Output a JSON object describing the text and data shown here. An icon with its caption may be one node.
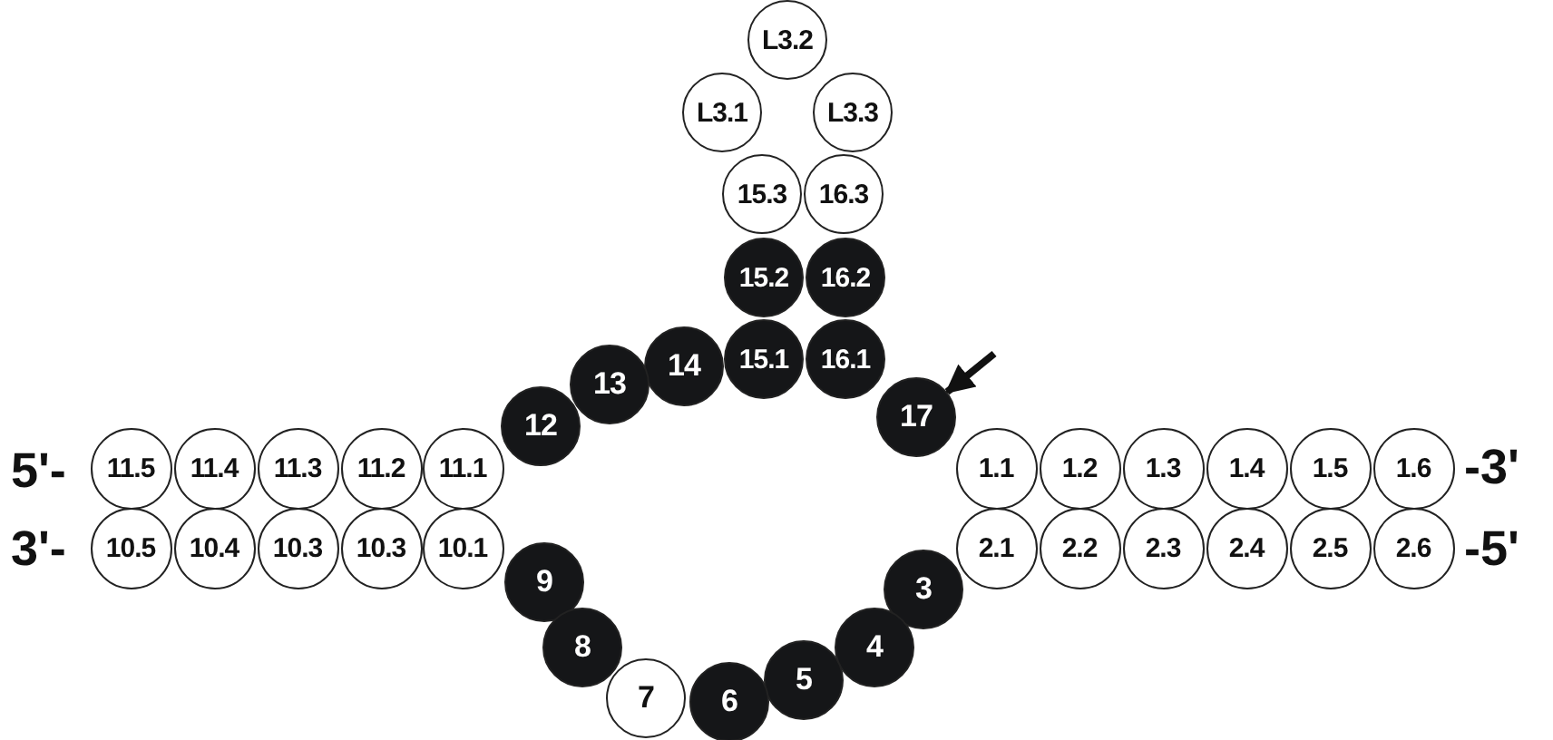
{
  "diagram": {
    "nodes": [
      {
        "text": [
          "L3.2"
        ]
      },
      {
        "text": [
          "L3.1"
        ]
      },
      {
        "text": [
          "L3.3"
        ]
      },
      {
        "text": [
          "15.3"
        ]
      },
      {
        "text": [
          "16.3"
        ]
      },
      {
        "text": [
          "15.2"
        ]
      },
      {
        "text": [
          "16.2"
        ]
      },
      {
        "text": [
          "14"
        ]
      },
      {
        "text": [
          "15.1"
        ]
      },
      {
        "text": [
          "16.1"
        ]
      },
      {
        "text": [
          "13"
        ]
      },
      {
        "text": [
          "12"
        ]
      },
      {
        "text": [
          "17"
        ]
      },
      {
        "text": [
          "11.5"
        ]
      },
      {
        "text": [
          "11.4"
        ]
      },
      {
        "text": [
          "11.3"
        ]
      },
      {
        "text": [
          "11.2"
        ]
      },
      {
        "text": [
          "11.1"
        ]
      },
      {
        "text": [
          "1.1"
        ]
      },
      {
        "text": [
          "1.2"
        ]
      },
      {
        "text": [
          "1.3"
        ]
      },
      {
        "text": [
          "1.4"
        ]
      },
      {
        "text": [
          "1.5"
        ]
      },
      {
        "text": [
          "1.6"
        ]
      },
      {
        "text": [
          "10.5"
        ]
      },
      {
        "text": [
          "10.4"
        ]
      },
      {
        "text": [
          "10.3"
        ]
      },
      {
        "text": [
          "10.3"
        ]
      },
      {
        "text": [
          "10.1"
        ]
      },
      {
        "text": [
          "2.1"
        ]
      },
      {
        "text": [
          "2.2"
        ]
      },
      {
        "text": [
          "2.3"
        ]
      },
      {
        "text": [
          "2.4"
        ]
      },
      {
        "text": [
          "2.5"
        ]
      },
      {
        "text": [
          "2.6"
        ]
      },
      {
        "text": [
          "9"
        ]
      },
      {
        "text": [
          "3"
        ]
      },
      {
        "text": [
          "8"
        ]
      },
      {
        "text": [
          "4"
        ]
      },
      {
        "text": [
          "5"
        ]
      },
      {
        "text": [
          "7"
        ]
      },
      {
        "text": [
          "6"
        ]
      }
    ],
    "edges": [
      {
        "from": null,
        "to": 12,
        "arrow": "to"
      }
    ],
    "labels": [
      "5'-",
      "-3'",
      "3'-",
      "-5'"
    ]
  }
}
